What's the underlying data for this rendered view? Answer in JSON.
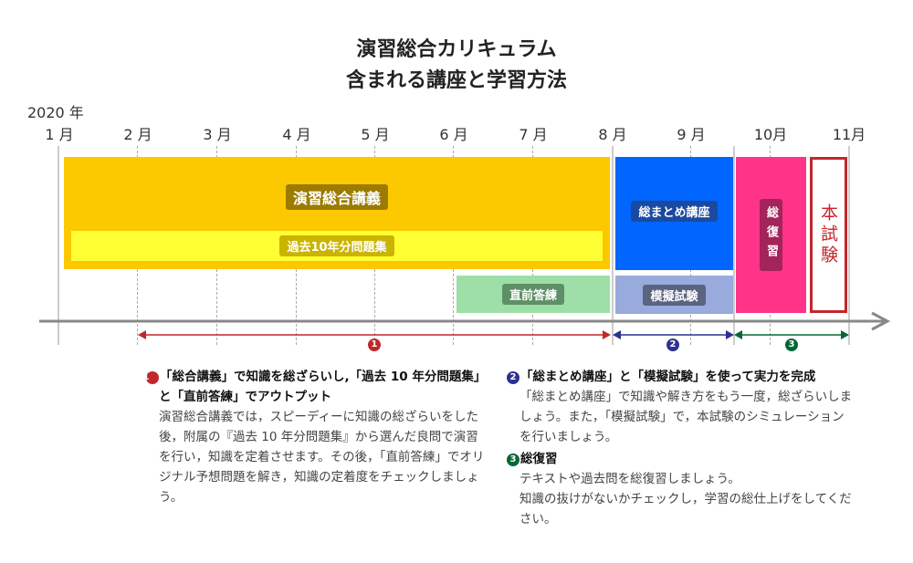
{
  "title": {
    "line1": "演習総合カリキュラム",
    "line2": "含まれる講座と学習方法"
  },
  "year": "2020 年",
  "months": [
    "1 月",
    "2 月",
    "3 月",
    "4 月",
    "5 月",
    "6 月",
    "7 月",
    "8 月",
    "9 月",
    "10月",
    "11月"
  ],
  "blocks": {
    "enshu": "演習総合講義",
    "kako": "過去10年分問題集",
    "chokuzen": "直前答練",
    "matome": "総まとめ講座",
    "mogi": "模擬試験",
    "fukushu": "総復習",
    "honshiken": "本試験"
  },
  "markers": [
    "1",
    "2",
    "3"
  ],
  "colors": {
    "orange": "#fcc800",
    "yellow": "#ffff33",
    "green": "#9ddfa7",
    "blue": "#0066ff",
    "lavender": "#99aadd",
    "pink": "#ff3388",
    "red": "#c1272d",
    "navy": "#2e3192",
    "darkgreen": "#006837"
  },
  "notes": [
    {
      "num": "1",
      "heading": "「総合講義」で知識を総ざらいし,「過去 10 年分問題集」と「直前答練」でアウトプット",
      "body": "演習総合講義では，スピーディーに知識の総ざらいをした後，附属の『過去 10 年分問題集』から選んだ良問で演習を行い，知識を定着させます。その後，「直前答練」でオリジナル予想問題を解き，知識の定着度をチェックしましょう。"
    },
    {
      "num": "2",
      "heading": "「総まとめ講座」と「模擬試験」を使って実力を完成",
      "body": "「総まとめ講座」で知識や解き方をもう一度，総ざらいしましょう。また，「模擬試験」で，本試験のシミュレーションを行いましょう。"
    },
    {
      "num": "3",
      "heading": "総復習",
      "body1": "テキストや過去問を総復習しましょう。",
      "body2": "知識の抜けがないかチェックし，学習の総仕上げをしてください。"
    }
  ]
}
